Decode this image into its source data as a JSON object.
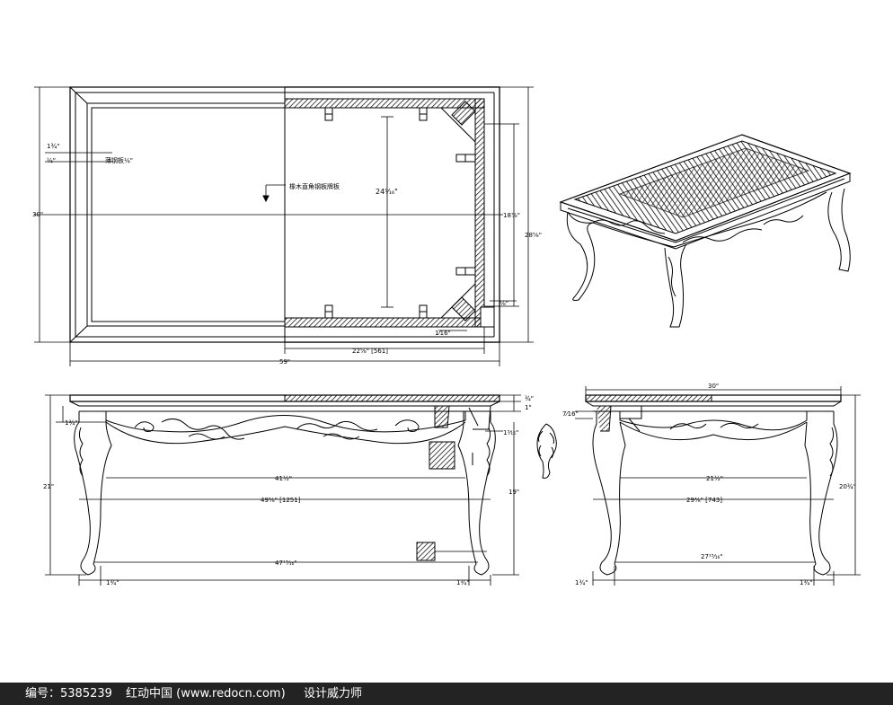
{
  "dims": {
    "plan_width": "59\"",
    "plan_height": "30\"",
    "plan_right_height": "28⅝\"",
    "plan_inner_height": "24⁵⁄₁₆\"",
    "plan_frame_height": "18⅞\"",
    "plan_inner_width": "22⅝\" [561]",
    "plan_margin_a": "1¾\"",
    "plan_margin_b": "½\"",
    "plan_small_a": "⅛\"",
    "plan_small_b": "1⁄16\"",
    "plan_note_1": "薄钢板¼\"",
    "plan_note_2": "橡木直角钢板牌板",
    "front_height": "21\"",
    "front_apron": "1¾\"",
    "front_top_thk": "¾\"",
    "front_top_thk2": "1\"",
    "front_inner_width": "41½\"",
    "front_mid_width": "49⅜\" [1251]",
    "front_foot_width": "47¹³⁄₁₆\"",
    "front_leg_left": "1¾\"",
    "front_leg_right": "1¾\"",
    "front_small": "1⁵⁄₁₆\"",
    "front_leg_height": "19\"",
    "side_top_width": "30\"",
    "side_top_thk": "7⁄16\"",
    "side_inner_width": "21½\"",
    "side_mid_width": "29⅜\" [743]",
    "side_foot_width": "27¹⁵⁄₁₆\"",
    "side_leg_left": "1¾\"",
    "side_leg_right": "1¾\"",
    "side_height": "20¾\""
  },
  "footer": {
    "id_text": "编号：5385239",
    "site_text": "红动中国 (www.redocn.com)",
    "tag_text": "设计威力师"
  }
}
